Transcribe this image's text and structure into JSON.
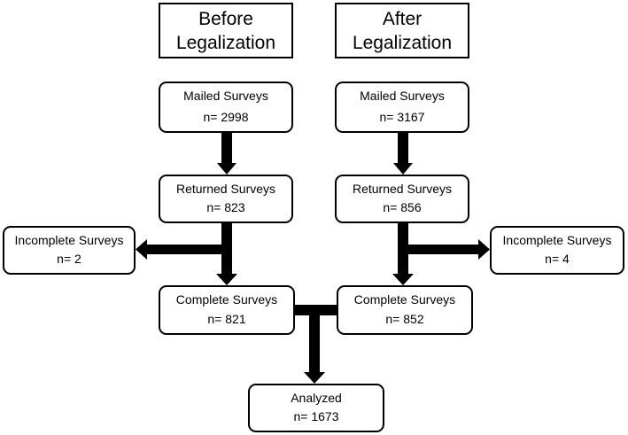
{
  "headers": {
    "before": {
      "line1": "Before",
      "line2": "Legalization"
    },
    "after": {
      "line1": "After",
      "line2": "Legalization"
    }
  },
  "before": {
    "mailed": {
      "title": "Mailed Surveys",
      "n": "n= 2998"
    },
    "returned": {
      "title": "Returned Surveys",
      "n": "n= 823"
    },
    "incomplete": {
      "title": "Incomplete Surveys",
      "n": "n= 2"
    },
    "complete": {
      "title": "Complete Surveys",
      "n": "n= 821"
    }
  },
  "after": {
    "mailed": {
      "title": "Mailed Surveys",
      "n": "n= 3167"
    },
    "returned": {
      "title": "Returned Surveys",
      "n": "n= 856"
    },
    "incomplete": {
      "title": "Incomplete Surveys",
      "n": "n= 4"
    },
    "complete": {
      "title": "Complete Surveys",
      "n": "n= 852"
    }
  },
  "analyzed": {
    "title": "Analyzed",
    "n": "n= 1673"
  }
}
